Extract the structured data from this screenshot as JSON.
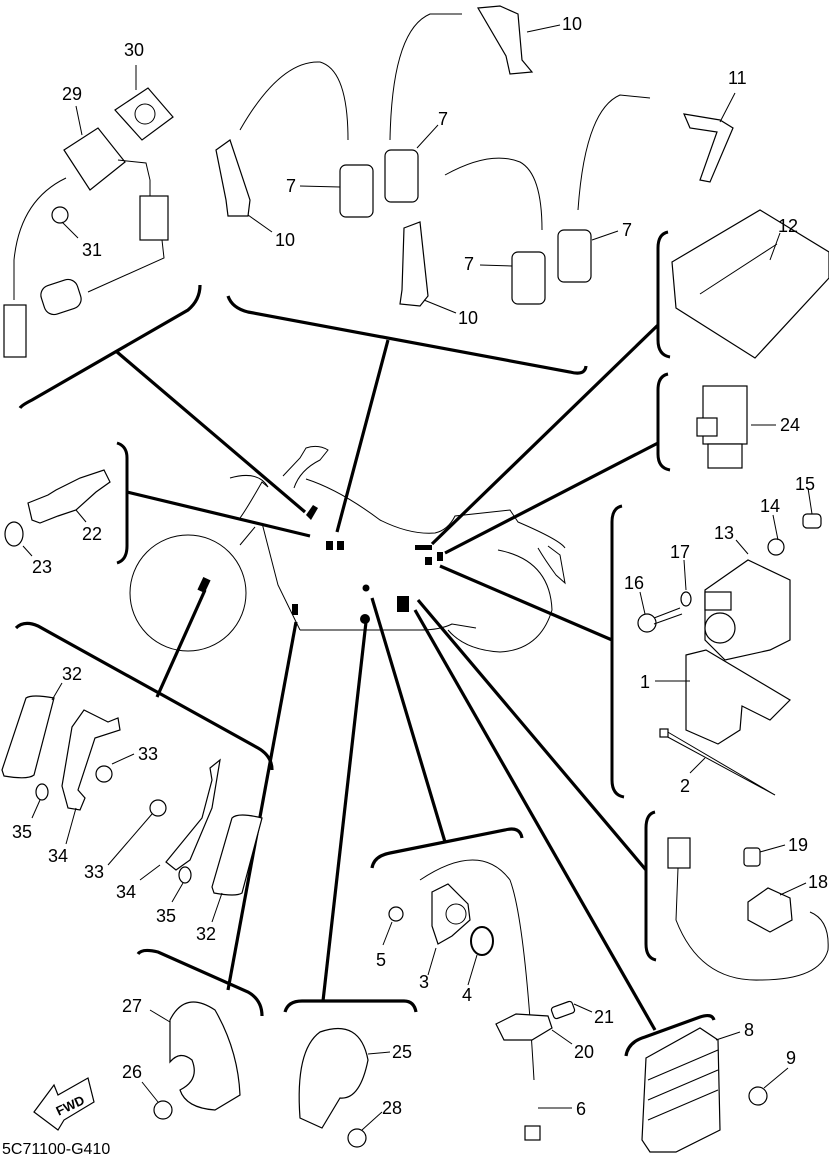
{
  "diagram": {
    "drawing_code": "5C71100-G410",
    "direction_arrow": "FWD",
    "callouts": [
      {
        "id": "c30a",
        "label": "30"
      },
      {
        "id": "c29",
        "label": "29"
      },
      {
        "id": "c31",
        "label": "31"
      },
      {
        "id": "c10a",
        "label": "10"
      },
      {
        "id": "c10b",
        "label": "10"
      },
      {
        "id": "c10c",
        "label": "10"
      },
      {
        "id": "c7a",
        "label": "7"
      },
      {
        "id": "c7b",
        "label": "7"
      },
      {
        "id": "c7c",
        "label": "7"
      },
      {
        "id": "c7d",
        "label": "7"
      },
      {
        "id": "c11",
        "label": "11"
      },
      {
        "id": "c12",
        "label": "12"
      },
      {
        "id": "c24",
        "label": "24"
      },
      {
        "id": "c15",
        "label": "15"
      },
      {
        "id": "c14",
        "label": "14"
      },
      {
        "id": "c13",
        "label": "13"
      },
      {
        "id": "c16",
        "label": "16"
      },
      {
        "id": "c17",
        "label": "17"
      },
      {
        "id": "c1",
        "label": "1"
      },
      {
        "id": "c2",
        "label": "2"
      },
      {
        "id": "c22",
        "label": "22"
      },
      {
        "id": "c23",
        "label": "23"
      },
      {
        "id": "c32a",
        "label": "32"
      },
      {
        "id": "c33a",
        "label": "33"
      },
      {
        "id": "c35a",
        "label": "35"
      },
      {
        "id": "c34a",
        "label": "34"
      },
      {
        "id": "c33b",
        "label": "33"
      },
      {
        "id": "c34b",
        "label": "34"
      },
      {
        "id": "c35b",
        "label": "35"
      },
      {
        "id": "c32b",
        "label": "32"
      },
      {
        "id": "c19",
        "label": "19"
      },
      {
        "id": "c18",
        "label": "18"
      },
      {
        "id": "c5",
        "label": "5"
      },
      {
        "id": "c3",
        "label": "3"
      },
      {
        "id": "c4",
        "label": "4"
      },
      {
        "id": "c21",
        "label": "21"
      },
      {
        "id": "c20",
        "label": "20"
      },
      {
        "id": "c6",
        "label": "6"
      },
      {
        "id": "c8",
        "label": "8"
      },
      {
        "id": "c9",
        "label": "9"
      },
      {
        "id": "c27",
        "label": "27"
      },
      {
        "id": "c26",
        "label": "26"
      },
      {
        "id": "c25",
        "label": "25"
      },
      {
        "id": "c28",
        "label": "28"
      }
    ]
  }
}
